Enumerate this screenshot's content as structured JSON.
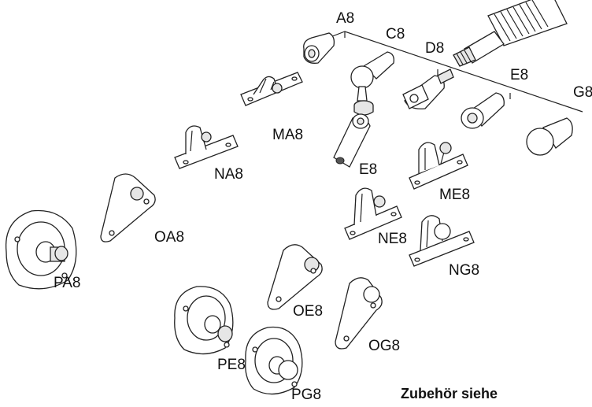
{
  "labels": {
    "A8": "A8",
    "C8": "C8",
    "D8": "D8",
    "E8_top": "E8",
    "G8": "G8",
    "MA8": "MA8",
    "NA8": "NA8",
    "E8_mid": "E8",
    "ME8": "ME8",
    "OA8": "OA8",
    "NE8": "NE8",
    "NG8": "NG8",
    "PA8": "PA8",
    "OE8": "OE8",
    "OG8": "OG8",
    "PE8": "PE8",
    "PG8": "PG8"
  },
  "note": "Zubehör siehe"
}
